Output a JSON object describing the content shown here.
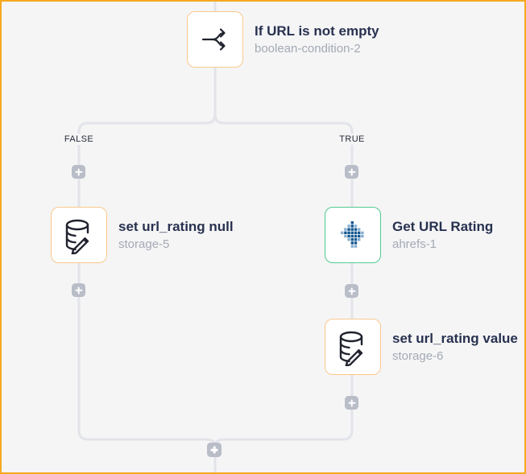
{
  "nodes": [
    {
      "title": "If URL is not empty",
      "subtitle": "boolean-condition-2",
      "icon": "branch-condition-icon",
      "accent": "#f9c98c"
    },
    {
      "title": "set url_rating null",
      "subtitle": "storage-5",
      "icon": "database-edit-icon",
      "accent": "#f9c98c"
    },
    {
      "title": "Get URL Rating",
      "subtitle": "ahrefs-1",
      "icon": "ahrefs-icon",
      "accent": "#4fcb90"
    },
    {
      "title": "set url_rating value",
      "subtitle": "storage-6",
      "icon": "database-edit-icon",
      "accent": "#f9c98c"
    }
  ],
  "branch_labels": {
    "false_label": "FALSE",
    "true_label": "TRUE"
  },
  "icons": {
    "branch-condition-icon": "split-arrows",
    "database-edit-icon": "database-with-pencil",
    "ahrefs-icon": "blue-pixel-mark",
    "add-icon": "plus"
  },
  "colors": {
    "canvas_background": "#f5f5f6",
    "frame_border": "#f5a81f",
    "connector_wire": "#e2e4ea",
    "add_button": "#b9bdc8",
    "condition_node_border": "#f9c98c",
    "storage_node_border": "#f9c98c",
    "ahrefs_node_border": "#4fcb90",
    "node_title_text": "#28314f",
    "node_subtitle_text": "#a4a9b4",
    "ahrefs_blue_dark": "#14578f",
    "ahrefs_blue_light": "#85aed1"
  }
}
